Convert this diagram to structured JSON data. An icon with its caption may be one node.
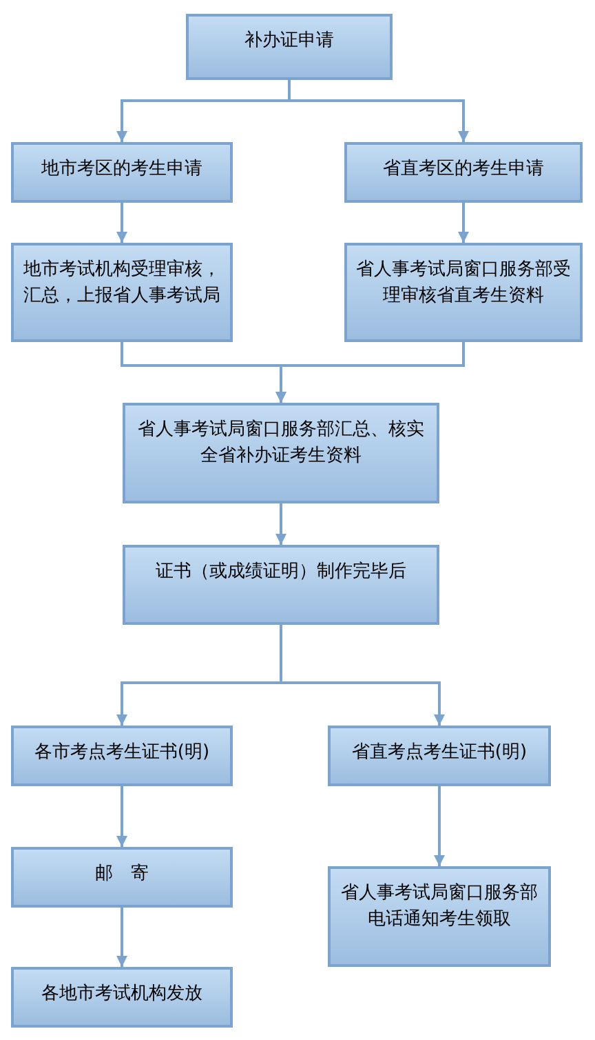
{
  "diagram": {
    "nodes": [
      {
        "text": [
          "补办证申请"
        ]
      },
      {
        "text": [
          "地市考区的考生申请"
        ]
      },
      {
        "text": [
          "省直考区的考生申请"
        ]
      },
      {
        "text": [
          "地市考试机构受理审核，汇总，上报省人事考试局"
        ]
      },
      {
        "text": [
          "省人事考试局窗口服务部受理审核省直考生资料"
        ]
      },
      {
        "text": [
          "省人事考试局窗口服务部汇总、核实全省补办证考生资料"
        ]
      },
      {
        "text": [
          "证书（或成绩证明）制作完毕后"
        ]
      },
      {
        "text": [
          "各市考点考生证书(明)"
        ]
      },
      {
        "text": [
          "省直考点考生证书(明)"
        ]
      },
      {
        "text": [
          "邮　寄"
        ]
      },
      {
        "text": [
          "各地市考试机构发放"
        ]
      },
      {
        "text": [
          "省人事考试局窗口服务部电话通知考生领取"
        ]
      }
    ],
    "edges": [
      {
        "from": 0,
        "to": 1,
        "arrow": "to"
      },
      {
        "from": 0,
        "to": 2,
        "arrow": "to"
      },
      {
        "from": 1,
        "to": 3,
        "arrow": "to"
      },
      {
        "from": 2,
        "to": 4,
        "arrow": "to"
      },
      {
        "from": 3,
        "to": 5,
        "arrow": "to"
      },
      {
        "from": 4,
        "to": 5,
        "arrow": "to"
      },
      {
        "from": 5,
        "to": 6,
        "arrow": "to"
      },
      {
        "from": 6,
        "to": 7,
        "arrow": "to"
      },
      {
        "from": 6,
        "to": 8,
        "arrow": "to"
      },
      {
        "from": 7,
        "to": 9,
        "arrow": "to"
      },
      {
        "from": 9,
        "to": 10,
        "arrow": "to"
      },
      {
        "from": 8,
        "to": 11,
        "arrow": "to"
      }
    ]
  }
}
